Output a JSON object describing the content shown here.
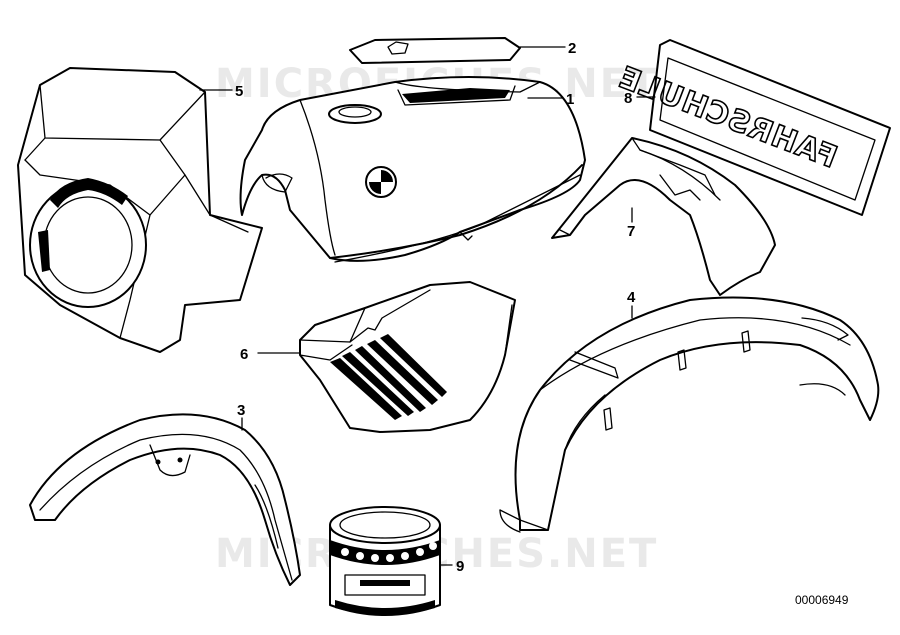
{
  "watermark": "MICROFICHES.NET",
  "diagram_id": "00006949",
  "plate_text": "FAHRSCHULE",
  "callouts": [
    {
      "id": "1"
    },
    {
      "id": "2"
    },
    {
      "id": "3"
    },
    {
      "id": "4"
    },
    {
      "id": "5"
    },
    {
      "id": "6"
    },
    {
      "id": "7"
    },
    {
      "id": "8"
    },
    {
      "id": "9"
    }
  ]
}
